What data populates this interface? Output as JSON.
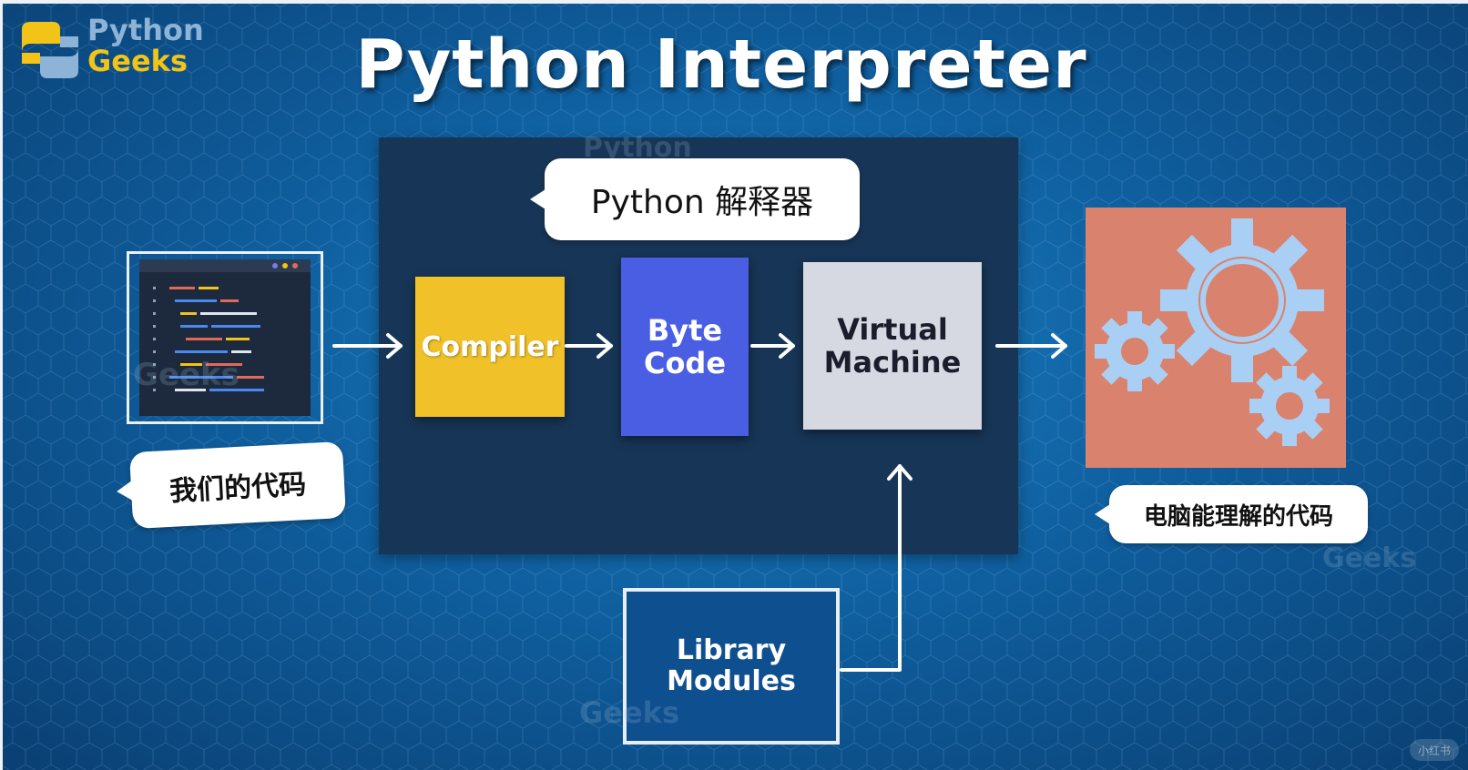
{
  "logo": {
    "line1": "Python",
    "line2": "Geeks"
  },
  "title": "Python Interpreter",
  "interpreter_label": "Python 解释器",
  "nodes": {
    "compiler": "Compiler",
    "byte_code": [
      "Byte",
      "Code"
    ],
    "virtual_machine": [
      "Virtual",
      "Machine"
    ],
    "library_modules": [
      "Library",
      "Modules"
    ]
  },
  "our_code_label": "我们的代码",
  "machine_code_label": "电脑能理解的代码",
  "watermarks": {
    "geeks": "Geeks",
    "badge": "小红书"
  },
  "icons": {
    "code_window": "code-editor-icon",
    "gears": "gears-icon",
    "logo": "python-logo-icon"
  },
  "colors": {
    "compiler": "#f0c128",
    "byte_code": "#4a5ee3",
    "virtual_machine": "#d7d9e2",
    "library_modules": "#0e4f90",
    "panel": "#173556",
    "gears_bg": "#d9826d",
    "gear": "#a9cff5"
  }
}
